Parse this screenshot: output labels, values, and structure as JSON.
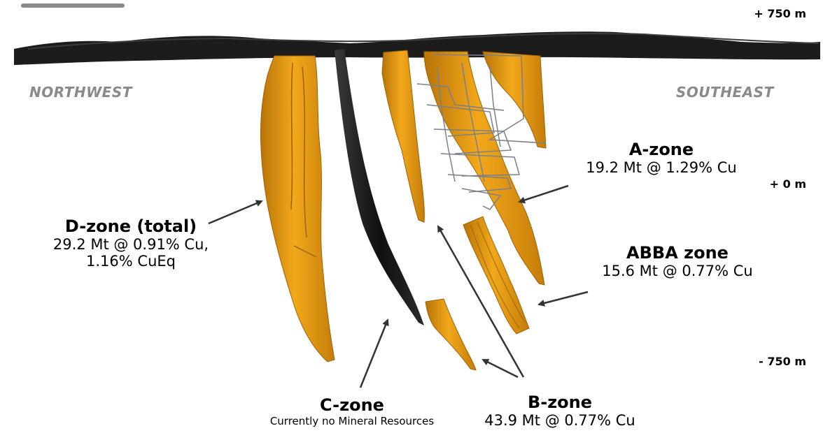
{
  "elevations": [
    "+ 750 m",
    "+ 0 m",
    "- 750 m"
  ],
  "directions": {
    "left": "NORTHWEST",
    "right": "SOUTHEAST"
  },
  "zones": {
    "a": {
      "name": "A-zone",
      "value": "19.2 Mt  @ 1.29% Cu"
    },
    "abba": {
      "name": "ABBA zone",
      "value": "15.6 Mt @ 0.77% Cu"
    },
    "d": {
      "name": "D-zone (total)",
      "value1": "29.2 Mt @ 0.91% Cu,",
      "value2": "1.16% CuEq"
    },
    "c": {
      "name": "C-zone",
      "note": "Currently no Mineral Resources"
    },
    "b": {
      "name": "B-zone",
      "value": "43.9 Mt @ 0.77% Cu"
    }
  },
  "colors": {
    "ore": "#e59a12",
    "ore_dark": "#9c6306",
    "fault": "#1a1a1a",
    "terrain": "#1c1c1c",
    "workings": "#7a7f88",
    "direction_text": "#8a8a8a"
  }
}
